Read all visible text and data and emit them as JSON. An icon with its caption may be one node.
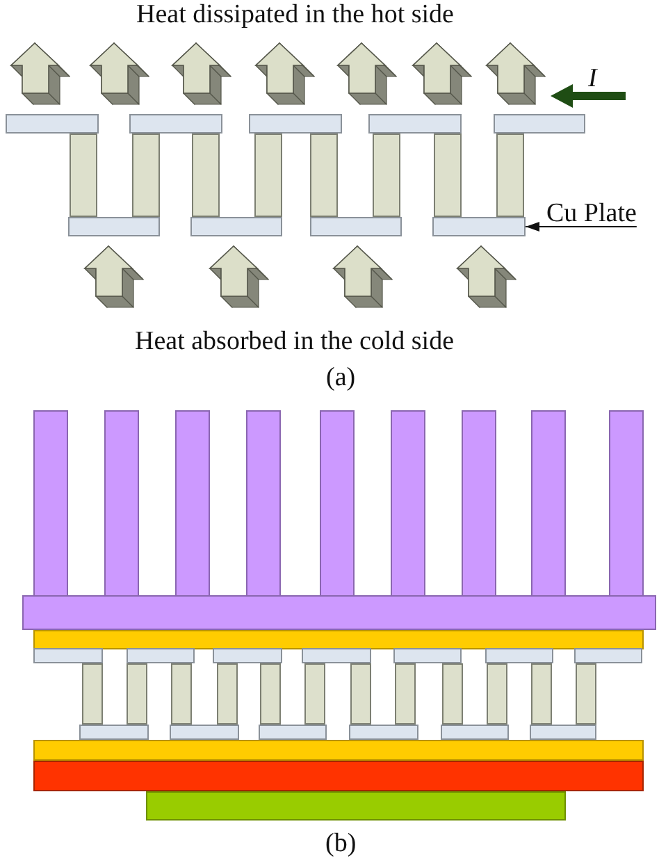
{
  "diagram": {
    "nodes": [
      {
        "text": [
          "Cu Plate"
        ]
      },
      {
        "text": [],
        "shape": "bar"
      }
    ],
    "edges": [
      {
        "from": 0,
        "to": 1,
        "arrow": "to"
      }
    ],
    "labels": [
      "Heat dissipated in the hot side",
      "I",
      "Heat absorbed in the cold side",
      "(a)",
      "(b)"
    ]
  }
}
